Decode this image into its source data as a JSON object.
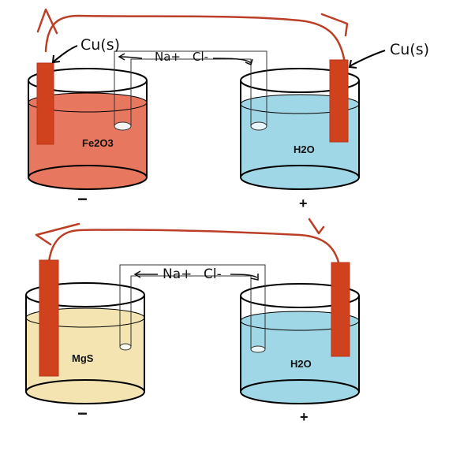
{
  "colors": {
    "electrode": "#d0411e",
    "electrode_edge": "#b83617",
    "fe2o3_solution": "#e7785f",
    "mgs_solution": "#f3e4b2",
    "water": "#9fd7e6",
    "wire": "#bb3f26",
    "outline": "#000000"
  },
  "top_cell": {
    "left_electrode_label": "Cu(s)",
    "right_electrode_label": "Cu(s)",
    "left_solution": "Fe2O3",
    "right_solution": "H2O",
    "salt_bridge_cation": "Na+",
    "salt_bridge_anion": "Cl-",
    "left_sign": "−",
    "right_sign": "+"
  },
  "bottom_cell": {
    "left_solution": "MgS",
    "right_solution": "H2O",
    "salt_bridge_cation": "Na+",
    "salt_bridge_anion": "Cl-",
    "left_sign": "−",
    "right_sign": "+"
  }
}
